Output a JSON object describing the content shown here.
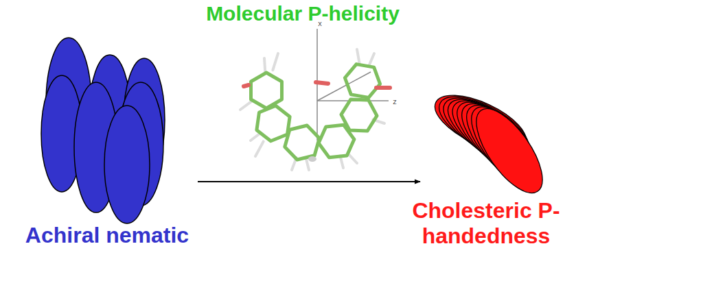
{
  "diagram": {
    "labels": [
      "Molecular P-helicity",
      "x",
      "z",
      "Achiral nematic",
      "Cholesteric P-handedness"
    ]
  }
}
